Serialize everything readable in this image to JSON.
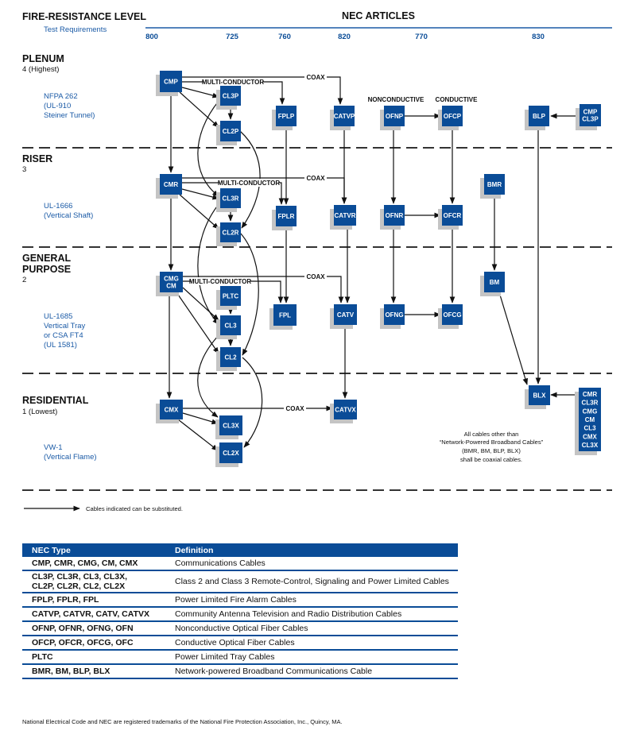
{
  "header": {
    "left_title": "FIRE-RESISTANCE LEVEL",
    "left_subtitle": "Test Requirements",
    "center_title": "NEC ARTICLES",
    "articles": [
      "800",
      "725",
      "760",
      "820",
      "770",
      "830"
    ]
  },
  "levels": [
    {
      "name": "PLENUM",
      "rank": "4 (Highest)",
      "test": [
        "NFPA 262",
        "(UL-910",
        "Steiner Tunnel)"
      ]
    },
    {
      "name": "RISER",
      "rank": "3",
      "test": [
        "UL-1666",
        "(Vertical Shaft)"
      ]
    },
    {
      "name_lines": [
        "GENERAL",
        "PURPOSE"
      ],
      "rank": "2",
      "test": [
        "UL-1685",
        "Vertical Tray",
        "or CSA FT4",
        "(UL 1581)"
      ]
    },
    {
      "name": "RESIDENTIAL",
      "rank": "1 (Lowest)",
      "test": [
        "VW-1",
        "(Vertical Flame)"
      ]
    }
  ],
  "labels": {
    "coax": "COAX",
    "multi": "MULTI-CONDUCTOR",
    "nonconductive": "NONCONDUCTIVE",
    "conductive": "CONDUCTIVE"
  },
  "nodes": {
    "CMP": [
      "CMP"
    ],
    "CL3P": [
      "CL3P"
    ],
    "CL2P": [
      "CL2P"
    ],
    "FPLP": [
      "FPLP"
    ],
    "CATVP": [
      "CATVP"
    ],
    "OFNP": [
      "OFNP"
    ],
    "OFCP": [
      "OFCP"
    ],
    "BLP": [
      "BLP"
    ],
    "CMPCL3P": [
      "CMP",
      "CL3P"
    ],
    "CMR": [
      "CMR"
    ],
    "CL3R": [
      "CL3R"
    ],
    "CL2R": [
      "CL2R"
    ],
    "FPLR": [
      "FPLR"
    ],
    "CATVR": [
      "CATVR"
    ],
    "OFNR": [
      "OFNR"
    ],
    "OFCR": [
      "OFCR"
    ],
    "BMR": [
      "BMR"
    ],
    "CMG": [
      "CMG",
      "CM"
    ],
    "PLTC": [
      "PLTC"
    ],
    "CL3": [
      "CL3"
    ],
    "CL2": [
      "CL2"
    ],
    "FPL": [
      "FPL"
    ],
    "CATV": [
      "CATV"
    ],
    "OFNG": [
      "OFNG"
    ],
    "OFCG": [
      "OFCG"
    ],
    "BM": [
      "BM"
    ],
    "CMX": [
      "CMX"
    ],
    "CL3X": [
      "CL3X"
    ],
    "CL2X": [
      "CL2X"
    ],
    "CATVX": [
      "CATVX"
    ],
    "BLX": [
      "BLX"
    ],
    "LIST": [
      "CMR",
      "CL3R",
      "CMG",
      "CM",
      "CL3",
      "CMX",
      "CL3X"
    ]
  },
  "note": [
    "All cables other than",
    "“Network-Powered Broadband Cables”",
    "(BMR, BM, BLP, BLX)",
    "shall be coaxial cables."
  ],
  "legend": "Cables indicated can be substituted.",
  "table": {
    "headers": [
      "NEC Type",
      "Definition"
    ],
    "rows": [
      {
        "type": "CMP, CMR, CMG, CM, CMX",
        "def": "Communications Cables"
      },
      {
        "type": "CL3P, CL3R, CL3, CL3X,\nCL2P, CL2R, CL2, CL2X",
        "def": "Class 2 and Class 3 Remote-Control, Signaling and Power Limited Cables"
      },
      {
        "type": "FPLP, FPLR, FPL",
        "def": "Power Limited Fire Alarm Cables"
      },
      {
        "type": "CATVP, CATVR, CATV, CATVX",
        "def": "Community Antenna Television and Radio Distribution Cables"
      },
      {
        "type": "OFNP, OFNR, OFNG, OFN",
        "def": "Nonconductive Optical Fiber Cables"
      },
      {
        "type": "OFCP, OFCR, OFCG, OFC",
        "def": "Conductive Optical Fiber Cables"
      },
      {
        "type": "PLTC",
        "def": "Power Limited Tray Cables"
      },
      {
        "type": "BMR, BM, BLP, BLX",
        "def": "Network-powered Broadband Communications Cable"
      }
    ]
  },
  "footer": "National Electrical Code and NEC are registered trademarks of the National Fire Protection Association, Inc., Quincy, MA.",
  "colors": {
    "box": "#0a4c97",
    "shadow": "#c4c4c4",
    "accent": "#1a5aa6"
  }
}
